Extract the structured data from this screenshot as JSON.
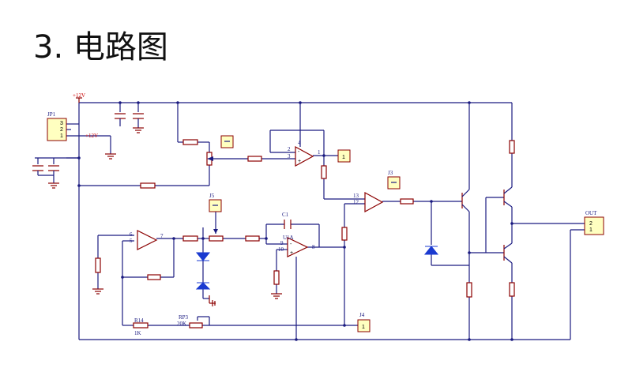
{
  "page": {
    "heading": "3. 电路图"
  },
  "schematic": {
    "rail_label": "+12V",
    "jp1": {
      "ref": "JP1",
      "pins": [
        "3",
        "2",
        "1"
      ],
      "net": "+12V"
    },
    "j5": {
      "ref": "J5"
    },
    "j3": {
      "ref": "J3"
    },
    "j4": {
      "ref": "J4",
      "pin": "1"
    },
    "out": {
      "ref": "OUT",
      "pins": [
        "2",
        "1"
      ]
    },
    "out_box1_pin": "1",
    "c1": "C1",
    "u1a": "U1A",
    "r14": {
      "ref": "R14",
      "value": "1K"
    },
    "rp3": {
      "ref": "RP3",
      "value": "20K"
    },
    "pins": {
      "op_top_in2": "2",
      "op_top_in3": "3",
      "op_top_out": "1",
      "op_top_pwr": "4",
      "op_mid_in13": "13",
      "op_mid_in12": "12",
      "op_left_in6": "6",
      "op_left_in5": "5",
      "op_left_out": "7",
      "op_u1a_in9": "9",
      "op_u1a_in10": "10",
      "op_u1a_out": "8"
    }
  }
}
